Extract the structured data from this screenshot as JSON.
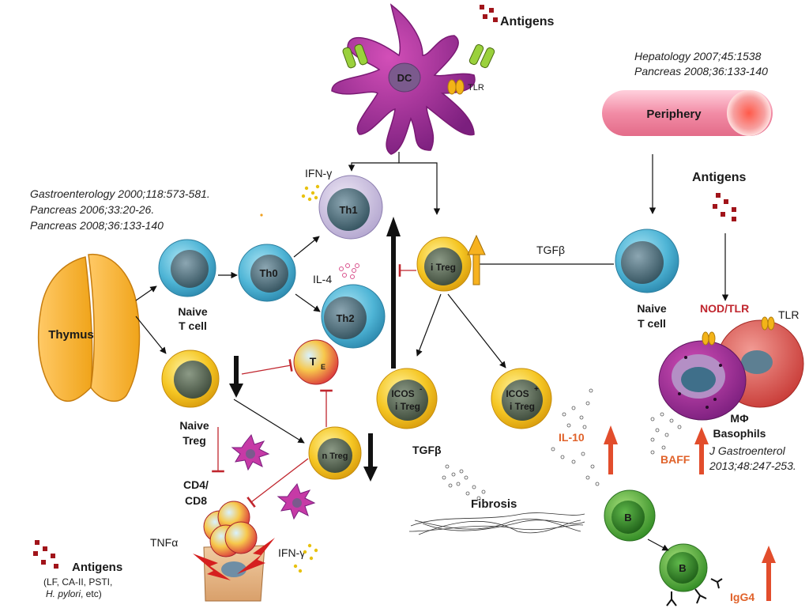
{
  "antigens_top": "Antigens",
  "antigens_right": "Antigens",
  "antigens_bottom": {
    "title": "Antigens",
    "line1": "(LF, CA-II, PSTI,",
    "line2_italic": "H. pylori",
    "line2_rest": ", etc)"
  },
  "refs_top_right": [
    "Hepatology 2007;45:1538",
    "Pancreas 2008;36:133-140"
  ],
  "refs_left": [
    "Gastroenterology 2000;118:573-581.",
    "Pancreas 2006;33:20-26.",
    "Pancreas 2008;36:133-140"
  ],
  "refs_bottom_right": [
    "J Gastroenterol",
    "2013;48:247-253."
  ],
  "periphery": "Periphery",
  "dc": "DC",
  "tlr_small": "TLR",
  "tlr_right": "TLR",
  "nod_tlr": "NOD/TLR",
  "ifn_top": "IFN-γ",
  "ifn_bottom": "IFN-γ",
  "il4": "IL-4",
  "il10": "IL-10",
  "baff": "BAFF",
  "igg4": "IgG4",
  "tgfb_top": "TGFβ",
  "tgfb_low": "TGFβ",
  "tnfa": "TNFα",
  "fibrosis": "Fibrosis",
  "thymus": "Thymus",
  "cells": {
    "th1": "Th1",
    "th0": "Th0",
    "th2": "Th2",
    "te_main": "T",
    "te_sub": "E",
    "itreg": "i Treg",
    "icos_minus_1": "ICOS",
    "icos_minus_sup": "-",
    "icos_minus_2": "i Treg",
    "icos_plus_1": "ICOS",
    "icos_plus_sup": "+",
    "icos_plus_2": "i Treg",
    "ntreg": "n Treg",
    "b1": "B",
    "b2": "B"
  },
  "labels": {
    "naive_t_left": [
      "Naive",
      "T cell"
    ],
    "naive_treg": [
      "Naive",
      "Treg"
    ],
    "naive_t_right": [
      "Naive",
      "T cell"
    ],
    "cd4_cd8": [
      "CD4/",
      "CD8"
    ],
    "mphi_baso": [
      "MΦ",
      "Basophils"
    ]
  }
}
